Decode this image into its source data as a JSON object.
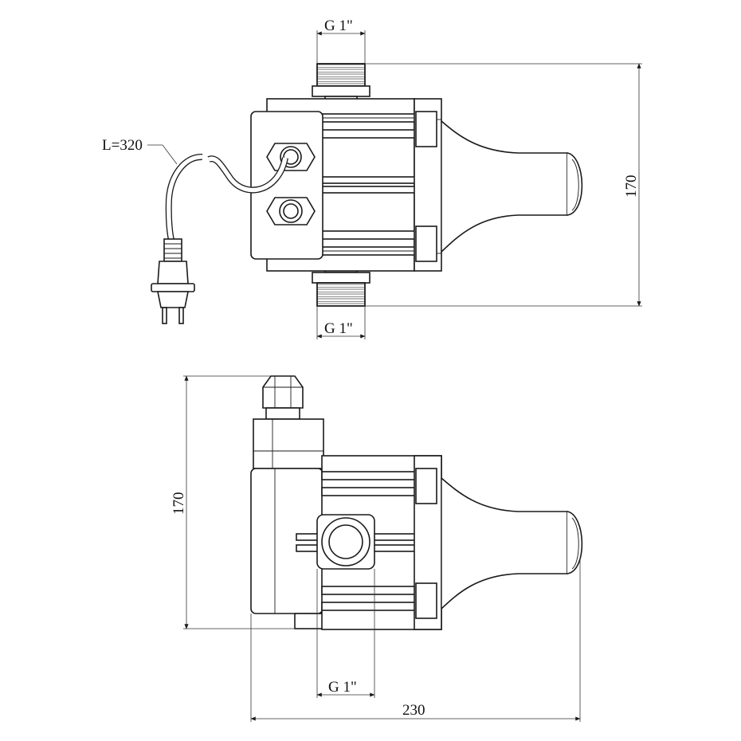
{
  "top_view": {
    "inlet_label": "G 1\"",
    "outlet_label": "G 1\"",
    "cable_label": "L=320",
    "height_label": "170"
  },
  "side_view": {
    "height_label": "170",
    "port_label": "G 1\"",
    "width_label": "230"
  }
}
